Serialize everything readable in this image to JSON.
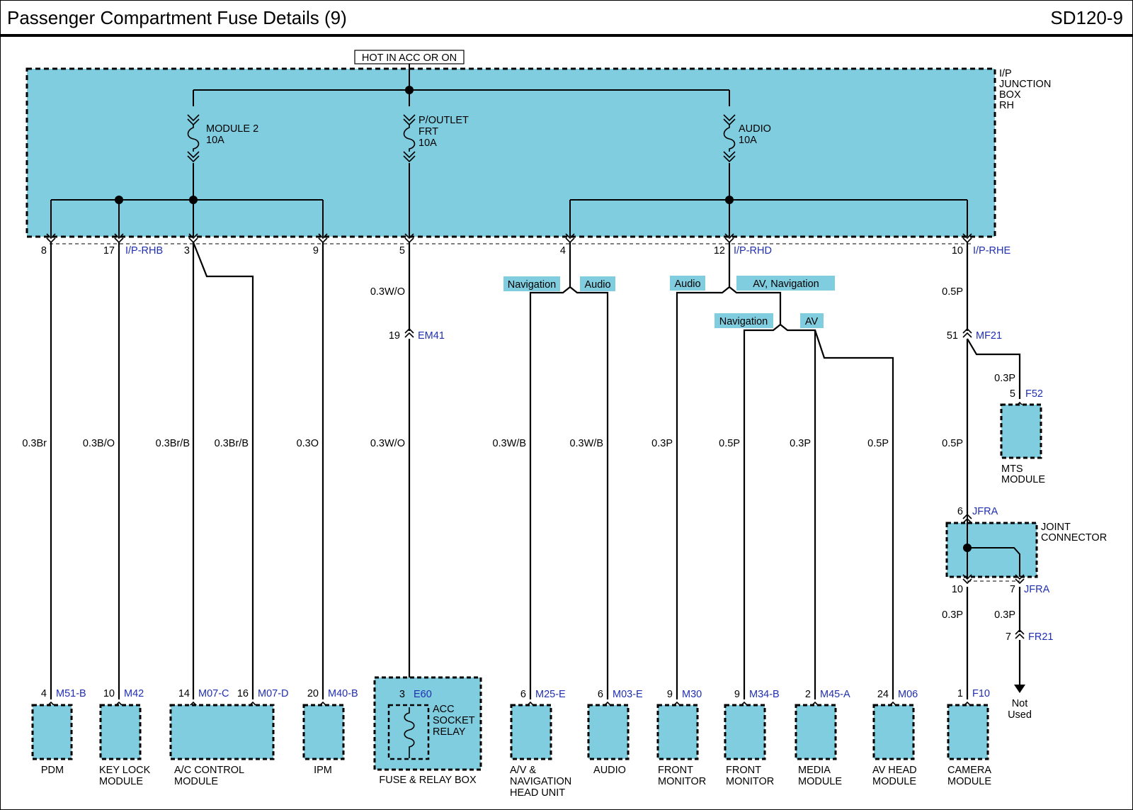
{
  "header": {
    "title": "Passenger Compartment Fuse Details (9)",
    "code": "SD120-9"
  },
  "colors": {
    "box_fill": "#80cde0",
    "wire": "#000000",
    "connector_text": "#1f2fb0"
  },
  "supply_label": "HOT IN ACC OR ON",
  "junction_box_label": [
    "I/P",
    "JUNCTION",
    "BOX",
    "RH"
  ],
  "fuses": [
    {
      "name": "MODULE 2",
      "rating": "10A"
    },
    {
      "name_lines": [
        "P/OUTLET",
        "FRT"
      ],
      "rating": "10A"
    },
    {
      "name": "AUDIO",
      "rating": "10A"
    }
  ],
  "junction_connectors": [
    "I/P-RHB",
    "I/P-RHD",
    "I/P-RHE"
  ],
  "pin_numbers": [
    "8",
    "17",
    "3",
    "9",
    "5",
    "4",
    "12",
    "10"
  ],
  "option_tags": {
    "left": [
      "Navigation",
      "Audio"
    ],
    "mid": [
      "Audio",
      "AV, Navigation"
    ],
    "lower": [
      "Navigation",
      "AV"
    ]
  },
  "wire_specs": {
    "pdm": "0.3Br",
    "key_lock": "0.3B/O",
    "ac_a": "0.3Br/B",
    "ac_b": "0.3Br/B",
    "ipm": "0.3O",
    "p_outlet_upper": "0.3W/O",
    "p_outlet_lower": "0.3W/O",
    "av_nav": "0.3W/B",
    "audio": "0.3W/B",
    "front_mon_a": "0.3P",
    "front_mon_b": "0.5P",
    "media": "0.3P",
    "av_head": "0.5P",
    "rhe_upper": "0.5P",
    "mts": "0.3P",
    "rhe_mid": "0.5P",
    "camera": "0.3P",
    "not_used": "0.3P"
  },
  "inline_connectors": [
    {
      "pin": "19",
      "id": "EM41"
    },
    {
      "pin": "51",
      "id": "MF21"
    },
    {
      "pin": "5",
      "id": "F52"
    },
    {
      "pin": "6",
      "id": "JFRA"
    },
    {
      "pin": "10",
      "id": ""
    },
    {
      "pin": "7",
      "id": "JFRA"
    },
    {
      "pin": "7",
      "id": "FR21"
    }
  ],
  "mts_module": [
    "MTS",
    "MODULE"
  ],
  "joint_connector": [
    "JOINT",
    "CONNECTOR"
  ],
  "not_used": [
    "Not",
    "Used"
  ],
  "components": [
    {
      "pins": [
        {
          "pin": "4",
          "conn": "M51-B"
        }
      ],
      "label": [
        "PDM"
      ]
    },
    {
      "pins": [
        {
          "pin": "10",
          "conn": "M42"
        }
      ],
      "label": [
        "KEY LOCK",
        "MODULE"
      ]
    },
    {
      "pins": [
        {
          "pin": "14",
          "conn": "M07-C"
        },
        {
          "pin": "16",
          "conn": "M07-D"
        }
      ],
      "label": [
        "A/C CONTROL",
        "MODULE"
      ]
    },
    {
      "pins": [
        {
          "pin": "20",
          "conn": "M40-B"
        }
      ],
      "label": [
        "IPM"
      ]
    },
    {
      "pins": [
        {
          "pin": "3",
          "conn": "E60"
        }
      ],
      "label": [
        "FUSE & RELAY BOX"
      ],
      "inner": [
        "ACC",
        "SOCKET",
        "RELAY"
      ]
    },
    {
      "pins": [
        {
          "pin": "6",
          "conn": "M25-E"
        }
      ],
      "label": [
        "A/V &",
        "NAVIGATION",
        "HEAD UNIT"
      ]
    },
    {
      "pins": [
        {
          "pin": "6",
          "conn": "M03-E"
        }
      ],
      "label": [
        "AUDIO"
      ]
    },
    {
      "pins": [
        {
          "pin": "9",
          "conn": "M30"
        }
      ],
      "label": [
        "FRONT",
        "MONITOR"
      ]
    },
    {
      "pins": [
        {
          "pin": "9",
          "conn": "M34-B"
        }
      ],
      "label": [
        "FRONT",
        "MONITOR"
      ]
    },
    {
      "pins": [
        {
          "pin": "2",
          "conn": "M45-A"
        }
      ],
      "label": [
        "MEDIA",
        "MODULE"
      ]
    },
    {
      "pins": [
        {
          "pin": "24",
          "conn": "M06"
        }
      ],
      "label": [
        "AV HEAD",
        "MODULE"
      ]
    },
    {
      "pins": [
        {
          "pin": "1",
          "conn": "F10"
        }
      ],
      "label": [
        "CAMERA",
        "MODULE"
      ]
    }
  ]
}
